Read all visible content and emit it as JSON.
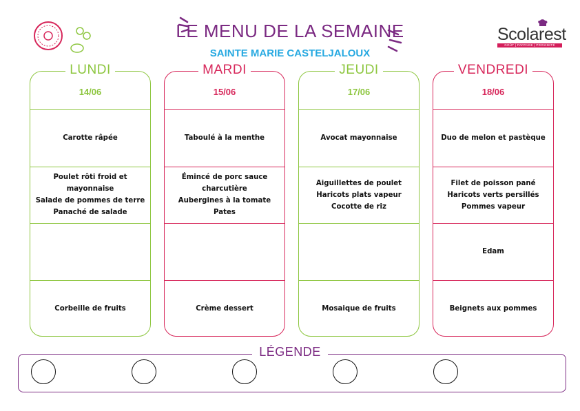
{
  "header": {
    "title": "LE MENU DE LA SEMAINE",
    "subtitle": "SAINTE MARIE CASTELJALOUX"
  },
  "logo": {
    "brand": "Scolarest",
    "tagline": "GOÛT | PARTAGE | PROXIMITÉ"
  },
  "colors": {
    "green": "#8dc63f",
    "red": "#d7265a",
    "purple": "#7b2a82",
    "blue": "#27a9e1"
  },
  "days": [
    {
      "name": "LUNDI",
      "date": "14/06",
      "starter": [
        "Carotte râpée"
      ],
      "main": [
        "Poulet rôti froid et mayonnaise",
        "Salade de pommes de terre",
        "Panaché de salade"
      ],
      "cheese": [],
      "dessert": [
        "Corbeille de fruits"
      ]
    },
    {
      "name": "MARDI",
      "date": "15/06",
      "starter": [
        "Taboulé à la menthe"
      ],
      "main": [
        "Émincé de porc sauce",
        "charcutière",
        "Aubergines à la tomate",
        "Pates"
      ],
      "cheese": [],
      "dessert": [
        "Crème dessert"
      ]
    },
    {
      "name": "JEUDI",
      "date": "17/06",
      "starter": [
        "Avocat mayonnaise"
      ],
      "main": [
        "Aiguillettes de poulet",
        "Haricots plats vapeur",
        "Cocotte de riz"
      ],
      "cheese": [],
      "dessert": [
        "Mosaique de fruits"
      ]
    },
    {
      "name": "VENDREDI",
      "date": "18/06",
      "starter": [
        "Duo de melon et pastèque"
      ],
      "main": [
        "Filet de poisson pané",
        "Haricots verts persillés",
        "Pommes vapeur"
      ],
      "cheese": [
        "Edam"
      ],
      "dessert": [
        "Beignets aux pommes"
      ]
    }
  ],
  "legend": {
    "title": "LÉGENDE"
  }
}
